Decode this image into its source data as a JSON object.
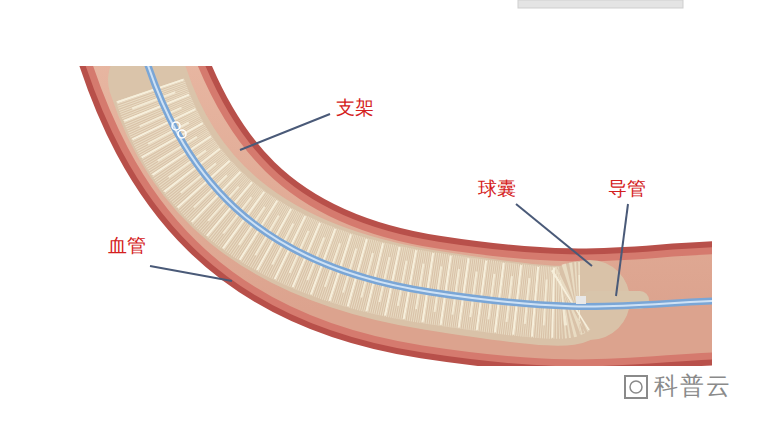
{
  "diagram": {
    "labels": [
      "支架",
      "球囊",
      "导管",
      "血管",
      "科普云"
    ]
  }
}
